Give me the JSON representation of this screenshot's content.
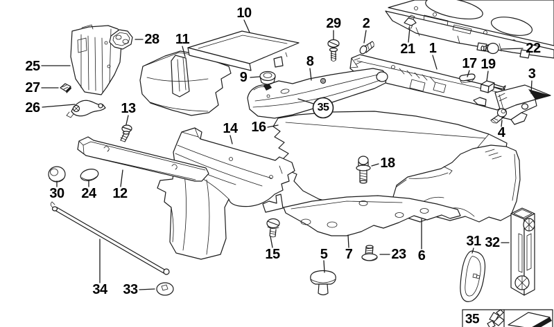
{
  "diagram": {
    "type": "exploded-parts-diagram",
    "background_color": "#ffffff",
    "line_color": "#1a1a1a",
    "callouts": {
      "c1": "1",
      "c2": "2",
      "c3": "3",
      "c4": "4",
      "c5": "5",
      "c6": "6",
      "c7": "7",
      "c8": "8",
      "c9": "9",
      "c10": "10",
      "c11": "11",
      "c12": "12",
      "c13": "13",
      "c14": "14",
      "c15": "15",
      "c16": "16",
      "c17": "17",
      "c18": "18",
      "c19": "19",
      "c21": "21",
      "c22": "22",
      "c23": "23",
      "c24": "24",
      "c25": "25",
      "c26": "26",
      "c27": "27",
      "c28": "28",
      "c29": "29",
      "c30": "30",
      "c31": "31",
      "c32": "32",
      "c33": "33",
      "c34": "34",
      "c35": "35"
    },
    "circled_callout": "35",
    "legend": {
      "ref": "35"
    }
  }
}
